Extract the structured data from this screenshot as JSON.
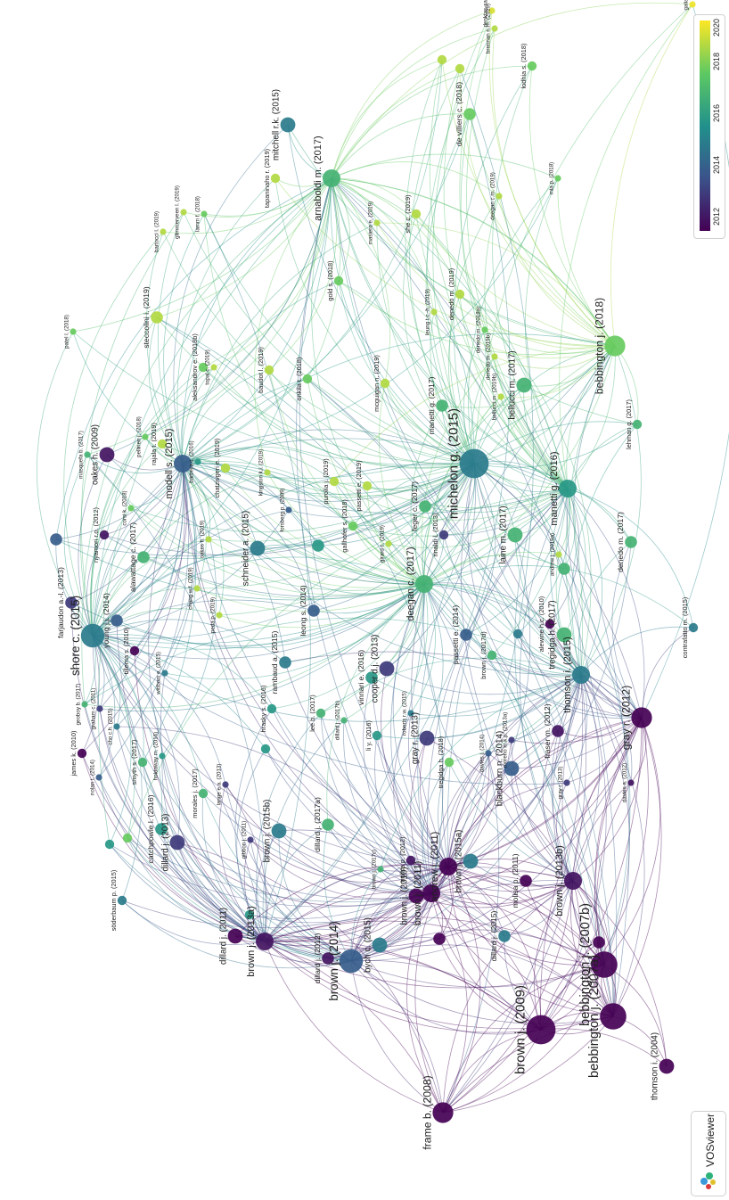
{
  "brand": {
    "name": "VOSviewer"
  },
  "legend": {
    "ticks": [
      "2012",
      "2014",
      "2016",
      "2018",
      "2020"
    ],
    "colors": [
      "#440154",
      "#3b528b",
      "#21918c",
      "#5ec962",
      "#fde725"
    ]
  },
  "nodes": [
    {
      "label": "galia",
      "year": 2019.8,
      "w": 1
    },
    {
      "label": "denktaş-şaka",
      "year": 2019.5,
      "w": 1
    },
    {
      "label": "brennan n.m. (2019)",
      "year": 2019,
      "w": 1
    },
    {
      "label": "lodhia s. (2018)",
      "year": 2018,
      "w": 2
    },
    {
      "label": "de villiers c. (2018)",
      "year": 2018,
      "w": 3
    },
    {
      "label": "mitchell r.k. (2015)",
      "year": 2015,
      "w": 4
    },
    {
      "label": "tapaninaho r. (2019)",
      "year": 2019,
      "w": 2
    },
    {
      "label": "arnaboldi m. (2017)",
      "year": 2017,
      "w": 5
    },
    {
      "label": "deegan c.m. (2019)",
      "year": 2019,
      "w": 1
    },
    {
      "label": "mia p. (2018)",
      "year": 2018,
      "w": 1
    },
    {
      "label": "she c. (2019)",
      "year": 2019,
      "w": 2
    },
    {
      "label": "bartocci l. (2019)",
      "year": 2019,
      "w": 1
    },
    {
      "label": "glimmerveen l. (2019)",
      "year": 2019,
      "w": 1
    },
    {
      "label": "lamm f. (2018)",
      "year": 2018,
      "w": 1
    },
    {
      "label": "masiero e. (2019)",
      "year": 2019,
      "w": 1
    },
    {
      "label": "gold s. (2018)",
      "year": 2018,
      "w": 2
    },
    {
      "label": "leung t.c.-h. (2019)",
      "year": 2019,
      "w": 1
    },
    {
      "label": "denedo m. (2019)",
      "year": 2019,
      "w": 2
    },
    {
      "label": "denedo m. (2018a)",
      "year": 2018,
      "w": 1
    },
    {
      "label": "denedo m. (2019b)",
      "year": 2019,
      "w": 1
    },
    {
      "label": "patel l. (2018)",
      "year": 2018,
      "w": 1
    },
    {
      "label": "steccolini i. (2019)",
      "year": 2019,
      "w": 3
    },
    {
      "label": "topal c. (2019)",
      "year": 2019,
      "w": 1
    },
    {
      "label": "baudot l. (2019)",
      "year": 2019,
      "w": 2
    },
    {
      "label": "onkila t. (2018)",
      "year": 2018,
      "w": 2
    },
    {
      "label": "mcguigan n. (2019)",
      "year": 2019,
      "w": 2
    },
    {
      "label": "bellucci m. (2019b)",
      "year": 2019,
      "w": 1
    },
    {
      "label": "bebbington j. (2018)",
      "year": 2018,
      "w": 6
    },
    {
      "label": "bellucci m. (2017)",
      "year": 2017,
      "w": 4
    },
    {
      "label": "lehman g. (2017)",
      "year": 2017,
      "w": 2
    },
    {
      "label": "aleksandrov e. (2018b)",
      "year": 2018,
      "w": 2
    },
    {
      "label": "pellinen j. (2018)",
      "year": 2018,
      "w": 1
    },
    {
      "label": "rajala t. (2019)",
      "year": 2019,
      "w": 2
    },
    {
      "label": "masquefa b. (2017)",
      "year": 2017,
      "w": 1
    },
    {
      "label": "oakes h. (2009)",
      "year": 2012,
      "w": 4
    },
    {
      "label": "barbera c. (2016)",
      "year": 2016,
      "w": 1
    },
    {
      "label": "chatzivgeri e. (2019)",
      "year": 2019,
      "w": 2
    },
    {
      "label": "kingston k.l. (2019)",
      "year": 2019,
      "w": 1
    },
    {
      "label": "purolia j. (2019)",
      "year": 2019,
      "w": 2
    },
    {
      "label": "passetti e. (2019)",
      "year": 2019,
      "w": 2
    },
    {
      "label": "manetti g. (2017)",
      "year": 2017,
      "w": 3
    },
    {
      "label": "michelon g. (2015)",
      "year": 2015,
      "w": 9
    },
    {
      "label": "forsberg p. (2009)",
      "year": 2014,
      "w": 1
    },
    {
      "label": "nyamori r.o. (2012)",
      "year": 2012,
      "w": 2
    },
    {
      "label": "modell s. (2015)",
      "year": 2014,
      "w": 5
    },
    {
      "label": "corsi k. (2018)",
      "year": 2018,
      "w": 1
    },
    {
      "label": "oakes h. (2019)",
      "year": 2019,
      "w": 1
    },
    {
      "label": "alawattage c. (2017)",
      "year": 2017,
      "w": 3
    },
    {
      "label": "schneider a. (2015)",
      "year": 2015,
      "w": 4
    },
    {
      "label": "gallhofer s. (2018)",
      "year": 2018,
      "w": 2
    },
    {
      "label": "girard c. (2019)",
      "year": 2019,
      "w": 1
    },
    {
      "label": "feger c. (2017)",
      "year": 2017,
      "w": 3
    },
    {
      "label": "rinaldi l. (2013)",
      "year": 2013,
      "w": 2
    },
    {
      "label": "manetti g. (2016)",
      "year": 2016,
      "w": 5
    },
    {
      "label": "laine m. (2017)",
      "year": 2017,
      "w": 4
    },
    {
      "label": "andrew j. (2019a)",
      "year": 2019,
      "w": 1
    },
    {
      "label": "denedo m. (2017)",
      "year": 2017,
      "w": 3
    },
    {
      "label": "farjaudon a.-l. (2013)",
      "year": 2013,
      "w": 3
    },
    {
      "label": "chang w.f. (2019)",
      "year": 2019,
      "w": 1
    },
    {
      "label": "peda p. (2019)",
      "year": 2019,
      "w": 1
    },
    {
      "label": "deegan c. (2017)",
      "year": 2017,
      "w": 5
    },
    {
      "label": "alewine h.c. (2010)",
      "year": 2011,
      "w": 2
    },
    {
      "label": "contrafatto m. (2015)",
      "year": 2015,
      "w": 2
    },
    {
      "label": "shore c. (2015)",
      "year": 2015,
      "w": 7
    },
    {
      "label": "young j.j. (2014)",
      "year": 2014,
      "w": 3
    },
    {
      "label": "tillema s. (2010)",
      "year": 2011,
      "w": 2
    },
    {
      "label": "wittbom e. (2015)",
      "year": 2015,
      "w": 1
    },
    {
      "label": "leong s. (2014)",
      "year": 2014,
      "w": 3
    },
    {
      "label": "rambaud a. (2015)",
      "year": 2015,
      "w": 3
    },
    {
      "label": "vinnari e. (2016)",
      "year": 2016,
      "w": 3
    },
    {
      "label": "passetti e. (2014)",
      "year": 2014,
      "w": 3
    },
    {
      "label": "brown j. (2017d)",
      "year": 2017,
      "w": 2
    },
    {
      "label": "tregidga h. (2017)",
      "year": 2017,
      "w": 4
    },
    {
      "label": "thomson i. (2015)",
      "year": 2015,
      "w": 5
    },
    {
      "label": "geoboy b. (2017)",
      "year": 2017,
      "w": 1
    },
    {
      "label": "graham c. (2011)",
      "year": 2013,
      "w": 1
    },
    {
      "label": "cho c.h. (2015)",
      "year": 2015,
      "w": 1
    },
    {
      "label": "lee b. (2017)",
      "year": 2017,
      "w": 2
    },
    {
      "label": "dillard j. (2017b)",
      "year": 2017,
      "w": 1
    },
    {
      "label": "cooper d.j. (2013)",
      "year": 2013,
      "w": 4
    },
    {
      "label": "hrasky s. (2016)",
      "year": 2016,
      "w": 2
    },
    {
      "label": "roberts r.w. (2015)",
      "year": 2015,
      "w": 1
    },
    {
      "label": "moreno m.k.p. (2013a)",
      "year": 2013,
      "w": 1
    },
    {
      "label": "fraser m. (2012)",
      "year": 2012,
      "w": 3
    },
    {
      "label": "gray r. (2012)",
      "year": 2011,
      "w": 6
    },
    {
      "label": "james k. (2010)",
      "year": 2011,
      "w": 2
    },
    {
      "label": "nolan t. (2014)",
      "year": 2014,
      "w": 1
    },
    {
      "label": "holdaway m. (2016)",
      "year": 2016,
      "w": 1
    },
    {
      "label": "smyth s. (2017)",
      "year": 2017,
      "w": 2
    },
    {
      "label": "li y. (2016)",
      "year": 2016,
      "w": 2
    },
    {
      "label": "gray r. (2013)",
      "year": 2013,
      "w": 4
    },
    {
      "label": "davies j. (2014)",
      "year": 2014,
      "w": 1
    },
    {
      "label": "tregidga h. (2018)",
      "year": 2018,
      "w": 2
    },
    {
      "label": "blackburn n. (2014)",
      "year": 2014,
      "w": 4
    },
    {
      "label": "gray r. (2013)",
      "year": 2013,
      "w": 1
    },
    {
      "label": "davies a. (2012)",
      "year": 2012,
      "w": 1
    },
    {
      "label": "morales j. (2017)",
      "year": 2017,
      "w": 2
    },
    {
      "label": "lange e.a. (2013)",
      "year": 2013,
      "w": 1
    },
    {
      "label": "catchpowle l. (2016)",
      "year": 2016,
      "w": 3
    },
    {
      "label": "dillard j. (2013)",
      "year": 2013,
      "w": 4
    },
    {
      "label": "gibbon j. (2011)",
      "year": 2013,
      "w": 1
    },
    {
      "label": "brown j. (2015b)",
      "year": 2015,
      "w": 4
    },
    {
      "label": "dillard j. (2017a)",
      "year": 2017,
      "w": 3
    },
    {
      "label": "molisa p. (2012)",
      "year": 2012,
      "w": 2
    },
    {
      "label": "brown j. (2017c)",
      "year": 2017,
      "w": 1
    },
    {
      "label": "andrew j. (2011)",
      "year": 2011,
      "w": 5
    },
    {
      "label": "brown j. (2015a)",
      "year": 2015,
      "w": 4
    },
    {
      "label": "brown j. (2013b)",
      "year": 2012,
      "w": 5
    },
    {
      "label": "molisa p. (2011)",
      "year": 2011,
      "w": 3
    },
    {
      "label": "söderbaum p. (2015)",
      "year": 2015,
      "w": 2
    },
    {
      "label": "dillard j. (2011)",
      "year": 2011,
      "w": 4
    },
    {
      "label": "brown j. (2013a)",
      "year": 2012,
      "w": 5
    },
    {
      "label": "brown j. (2010)",
      "year": 2011,
      "w": 4
    },
    {
      "label": "dillard j. (2015)",
      "year": 2015,
      "w": 3
    },
    {
      "label": "brown j. (2011)",
      "year": 2011,
      "w": 5
    },
    {
      "label": "dillard j. (2012)",
      "year": 2012,
      "w": 3
    },
    {
      "label": "brown j. (2014)",
      "year": 2014,
      "w": 7
    },
    {
      "label": "bych c. (2015)",
      "year": 2015,
      "w": 4
    },
    {
      "label": "brown j. (2009)",
      "year": 2011,
      "w": 9
    },
    {
      "label": "bebbington j. (2007b)",
      "year": 2011,
      "w": 8
    },
    {
      "label": "bebbington j. (2007a)",
      "year": 2011,
      "w": 8
    },
    {
      "label": "thomson i. (2004)",
      "year": 2011,
      "w": 4
    },
    {
      "label": "frame b. (2008)",
      "year": 2011,
      "w": 6
    }
  ],
  "extra_nodes": [
    {
      "year": 2014,
      "w": 3
    },
    {
      "year": 2016,
      "w": 3
    },
    {
      "year": 2017,
      "w": 3
    },
    {
      "year": 2015,
      "w": 2
    },
    {
      "year": 2016,
      "w": 2
    },
    {
      "year": 2016,
      "w": 2
    },
    {
      "year": 2018,
      "w": 2
    },
    {
      "year": 2019,
      "w": 2
    },
    {
      "year": 2019,
      "w": 2
    },
    {
      "year": 2016,
      "w": 2
    },
    {
      "year": 2011,
      "w": 3
    },
    {
      "year": 2011,
      "w": 3
    }
  ]
}
